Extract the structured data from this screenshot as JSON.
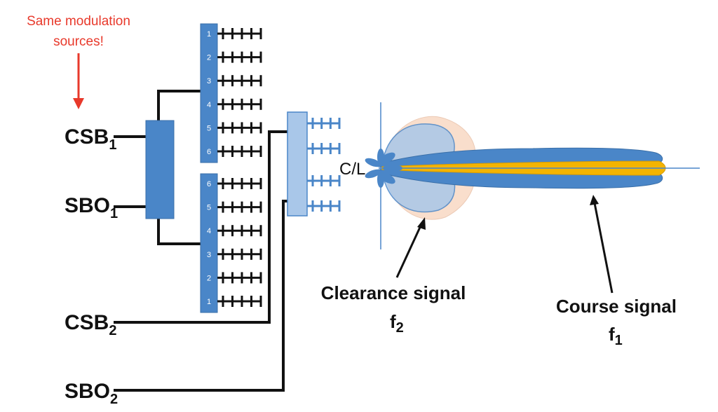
{
  "note": {
    "line1": "Same modulation",
    "line2": "sources!"
  },
  "inputs": {
    "csb1": {
      "main": "CSB",
      "sub": "1"
    },
    "sbo1": {
      "main": "SBO",
      "sub": "1"
    },
    "csb2": {
      "main": "CSB",
      "sub": "2"
    },
    "sbo2": {
      "main": "SBO",
      "sub": "2"
    }
  },
  "upper_array": [
    "1",
    "2",
    "3",
    "4",
    "5",
    "6"
  ],
  "lower_array": [
    "6",
    "5",
    "4",
    "3",
    "2",
    "1"
  ],
  "centerline_label": "C/L",
  "clearance": {
    "title": "Clearance signal",
    "freq": "f",
    "freq_sub": "2"
  },
  "course": {
    "title": "Course signal",
    "freq": "f",
    "freq_sub": "1"
  },
  "colors": {
    "accent_blue": "#4a86c8",
    "light_blue": "#a9c7e9",
    "peach": "#f9d9c4",
    "course_yellow": "#f4b400",
    "note_red": "#e8392b"
  }
}
